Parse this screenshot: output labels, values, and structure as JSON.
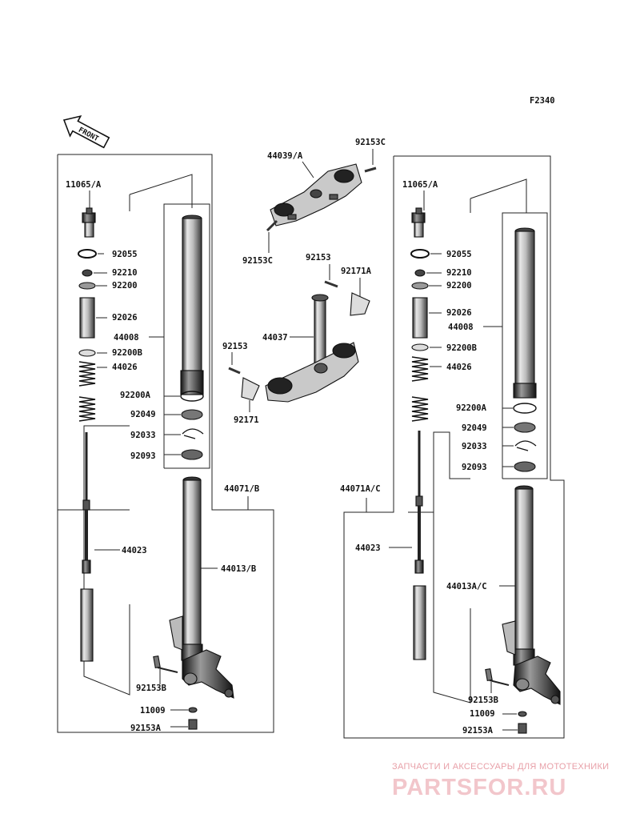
{
  "diagram": {
    "figure_code": "F2340",
    "front_label": "FRONT",
    "left": {
      "lbl_cap": "11065/A",
      "lbl_oring": "92055",
      "lbl_nut": "92210",
      "lbl_washer1": "92200",
      "lbl_spacer": "92026",
      "lbl_tube": "44008",
      "lbl_washer2": "92200B",
      "lbl_spring": "44026",
      "lbl_washer3": "92200A",
      "lbl_seal": "92049",
      "lbl_clip": "92033",
      "lbl_dust": "92093",
      "lbl_assy": "44071/B",
      "lbl_damper": "44023",
      "lbl_outer": "44013/B",
      "lbl_bolt": "92153B",
      "lbl_gasket": "11009",
      "lbl_drain": "92153A"
    },
    "right": {
      "lbl_cap": "11065/A",
      "lbl_oring": "92055",
      "lbl_nut": "92210",
      "lbl_washer1": "92200",
      "lbl_spacer": "92026",
      "lbl_tube": "44008",
      "lbl_washer2": "92200B",
      "lbl_spring": "44026",
      "lbl_washer3": "92200A",
      "lbl_seal": "92049",
      "lbl_clip": "92033",
      "lbl_dust": "92093",
      "lbl_assy": "44071A/C",
      "lbl_damper": "44023",
      "lbl_outer": "44013A/C",
      "lbl_bolt": "92153B",
      "lbl_gasket": "11009",
      "lbl_drain": "92153A"
    },
    "center": {
      "lbl_upper_clamp": "44039/A",
      "lbl_upper_bolt": "92153C",
      "lbl_upper_bolt2": "92153C",
      "lbl_bolt": "92153",
      "lbl_bracket": "92171A",
      "lbl_stem": "44037",
      "lbl_bolt2": "92153",
      "lbl_bracket2": "92171"
    }
  },
  "watermark": {
    "tagline": "ЗАПЧАСТИ И АКСЕССУАРЫ ДЛЯ МОТОТЕХНИКИ",
    "brand": "PARTSFOR.RU"
  }
}
